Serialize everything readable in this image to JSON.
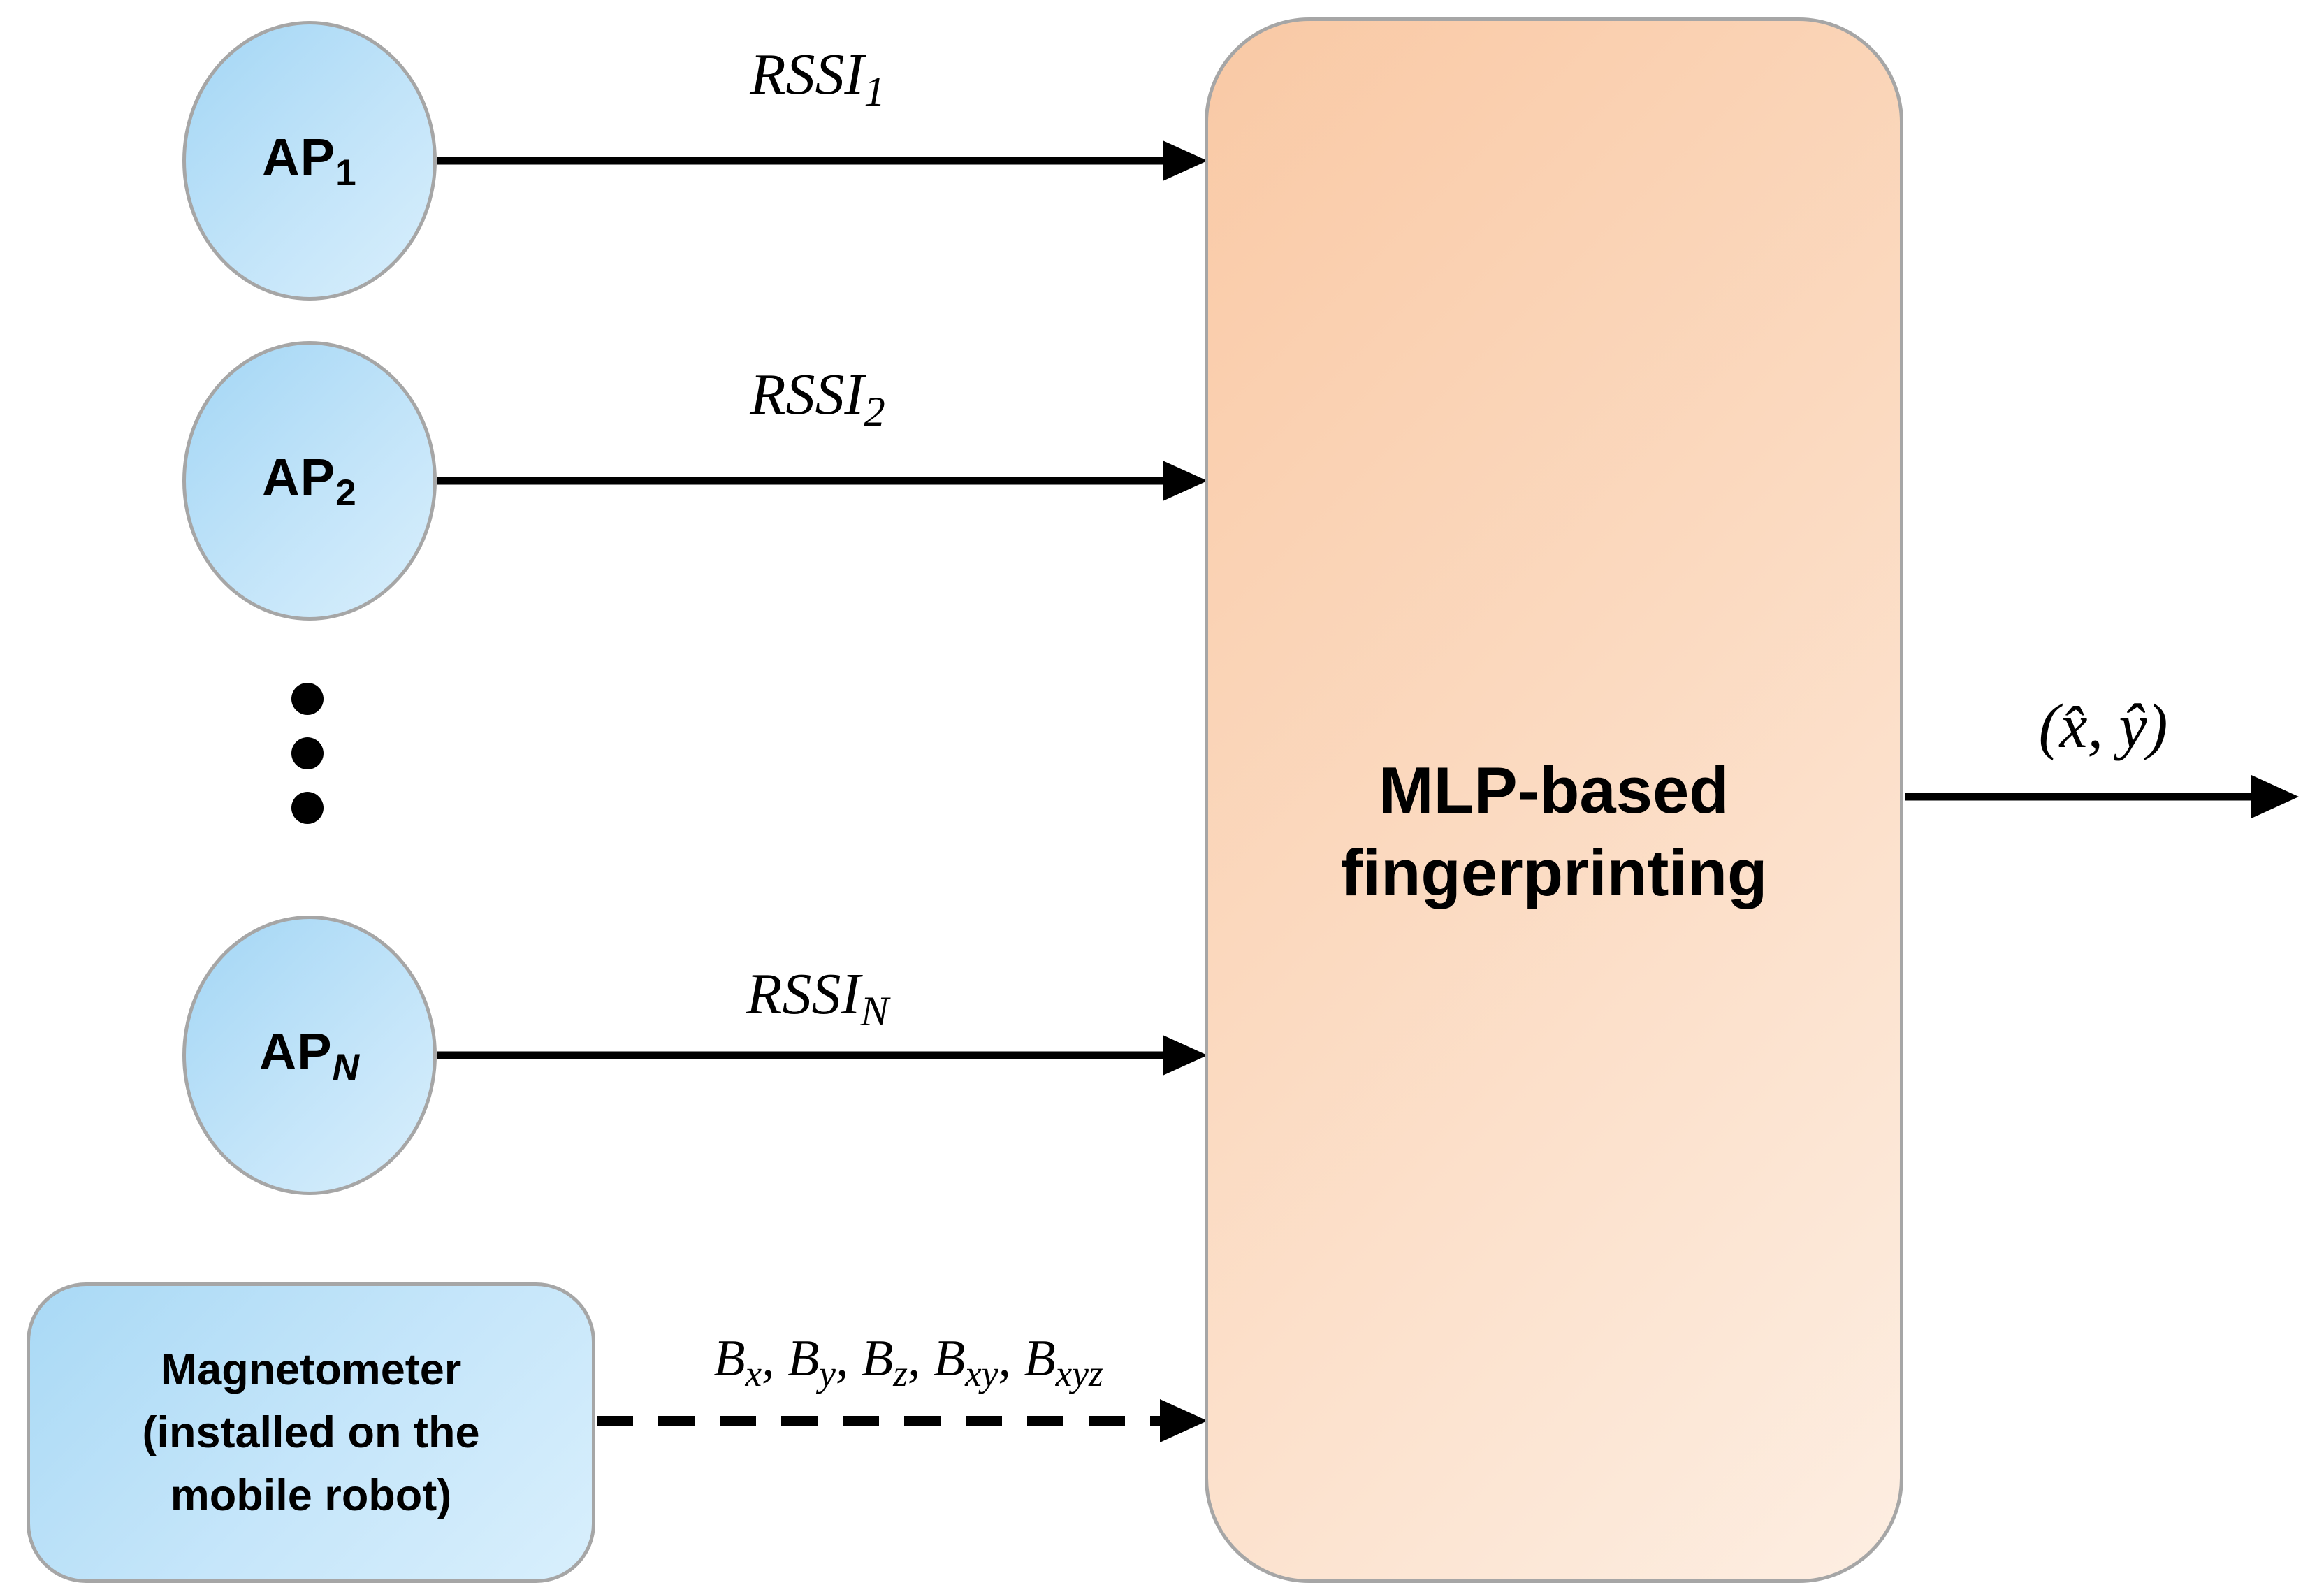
{
  "diagram": {
    "colors": {
      "background": "#ffffff",
      "node_gradient_start": "#a3d6f5",
      "node_gradient_end": "#d9effc",
      "mlp_gradient_start": "#f9c9a5",
      "mlp_gradient_end": "#fdeee2",
      "border": "#a6a6a6",
      "arrow": "#000000",
      "text": "#000000"
    },
    "access_points": [
      {
        "base": "AP",
        "sub": "1"
      },
      {
        "base": "AP",
        "sub": "2"
      },
      {
        "base": "AP",
        "sub": "N"
      }
    ],
    "rssi_labels": [
      {
        "base": "RSSI",
        "sub": "1"
      },
      {
        "base": "RSSI",
        "sub": "2"
      },
      {
        "base": "RSSI",
        "sub": "N"
      }
    ],
    "magnetometer": {
      "lines": [
        "Magnetometer",
        "(installed on the",
        "mobile robot)"
      ]
    },
    "magnetometer_signal": {
      "parts": [
        {
          "base": "B",
          "sub": "x",
          "sep": ", "
        },
        {
          "base": "B",
          "sub": "y",
          "sep": ", "
        },
        {
          "base": "B",
          "sub": "z",
          "sep": ", "
        },
        {
          "base": "B",
          "sub": "xy",
          "sep": ", "
        },
        {
          "base": "B",
          "sub": "xyz",
          "sep": ""
        }
      ]
    },
    "mlp": {
      "lines": [
        "MLP-based",
        "fingerprinting"
      ]
    },
    "output": {
      "label": "(x̂, ŷ)"
    }
  }
}
